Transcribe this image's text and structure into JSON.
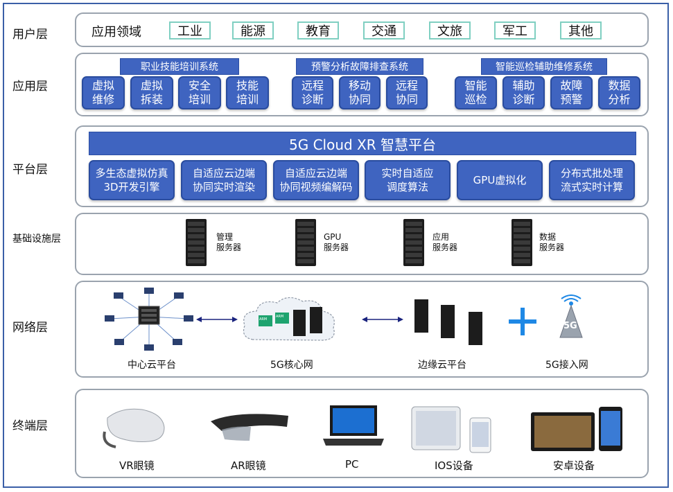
{
  "layers": {
    "user": "用户层",
    "app": "应用层",
    "platform": "平台层",
    "infra": "基础设施层",
    "network": "网络层",
    "terminal": "终端层"
  },
  "user_layer": {
    "title": "应用领域",
    "tags": [
      "工业",
      "能源",
      "教育",
      "交通",
      "文旅",
      "军工",
      "其他"
    ]
  },
  "app_layer": {
    "groups": [
      {
        "header": "职业技能培训系统",
        "items": [
          "虚拟\n维修",
          "虚拟\n拆装",
          "安全\n培训",
          "技能\n培训"
        ]
      },
      {
        "header": "预警分析故障排查系统",
        "items": [
          "远程\n诊断",
          "移动\n协同",
          "远程\n协同"
        ]
      },
      {
        "header": "智能巡检辅助维修系统",
        "items": [
          "智能\n巡检",
          "辅助\n诊断",
          "故障\n预警",
          "数据\n分析"
        ]
      }
    ]
  },
  "platform_layer": {
    "banner": "5G Cloud XR 智慧平台",
    "items": [
      "多生态虚拟仿真\n3D开发引擎",
      "自适应云边端\n协同实时渲染",
      "自适应云边端\n协同视频编解码",
      "实时自适应\n调度算法",
      "GPU虚拟化",
      "分布式批处理\n流式实时计算"
    ]
  },
  "infra_layer": {
    "servers": [
      "管理\n服务器",
      "GPU\n服务器",
      "应用\n服务器",
      "数据\n服务器"
    ]
  },
  "network_layer": {
    "nodes": [
      "中心云平台",
      "5G核心网",
      "边缘云平台",
      "5G接入网"
    ],
    "chip_labels": [
      "ARM",
      "ARM"
    ],
    "tower_label": "5G"
  },
  "terminal_layer": {
    "devices": [
      "VR眼镜",
      "AR眼镜",
      "PC",
      "IOS设备",
      "安卓设备"
    ]
  },
  "colors": {
    "accent": "#3f64c0",
    "frame": "#3a5fa7",
    "tag_border": "#7fcfc1",
    "plus": "#1e88e5"
  }
}
